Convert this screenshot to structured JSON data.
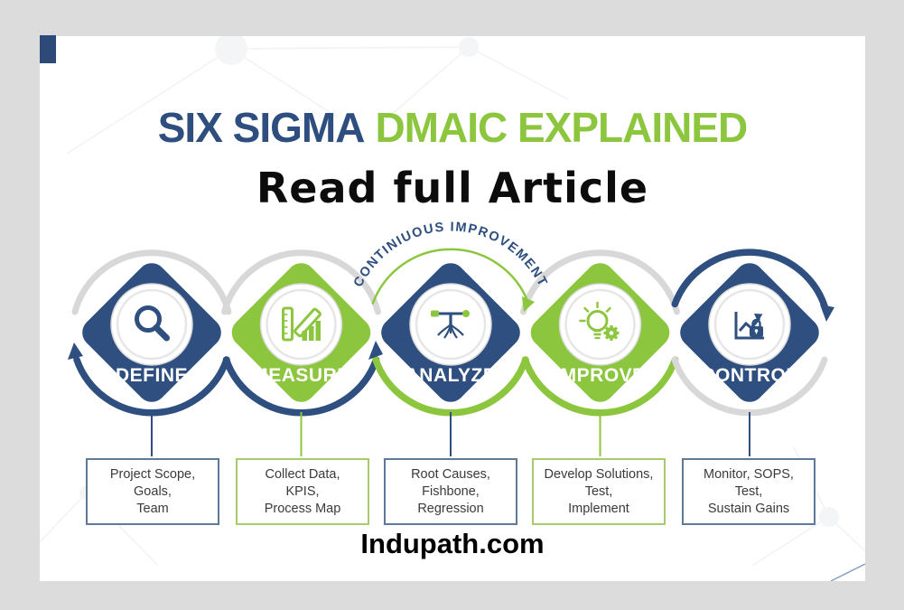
{
  "colors": {
    "blue": "#2e4f7f",
    "green": "#8cc63e",
    "arc_gray": "#d8d8d8",
    "background": "#dcdcdc",
    "box_text": "#3a3a3a"
  },
  "header": {
    "title_blue": "SIX SIGMA",
    "title_green": "DMAIC EXPLAINED",
    "subtitle": "Read full Article"
  },
  "flow": {
    "banner": "CONTINIUOUS IMPROVEMENT",
    "stages": [
      {
        "label": "DEFINE",
        "color": "blue",
        "icon": "magnifier-icon",
        "details": [
          "Project Scope,",
          "Goals,",
          "Team"
        ]
      },
      {
        "label": "MEASURE",
        "color": "green",
        "icon": "ruler-chart-icon",
        "details": [
          "Collect Data,",
          "KPIS,",
          "Process Map"
        ]
      },
      {
        "label": "ANALYZE",
        "color": "blue",
        "icon": "root-cause-icon",
        "details": [
          "Root Causes,",
          "Fishbone,",
          "Regression"
        ]
      },
      {
        "label": "IMPROVE",
        "color": "green",
        "icon": "bulb-gear-icon",
        "details": [
          "Develop Solutions,",
          "Test,",
          "Implement"
        ]
      },
      {
        "label": "CONTROL",
        "color": "blue",
        "icon": "chart-lock-icon",
        "details": [
          "Monitor, SOPS,",
          "Test,",
          "Sustain Gains"
        ]
      }
    ]
  },
  "footer": {
    "site": "Indupath.com"
  }
}
